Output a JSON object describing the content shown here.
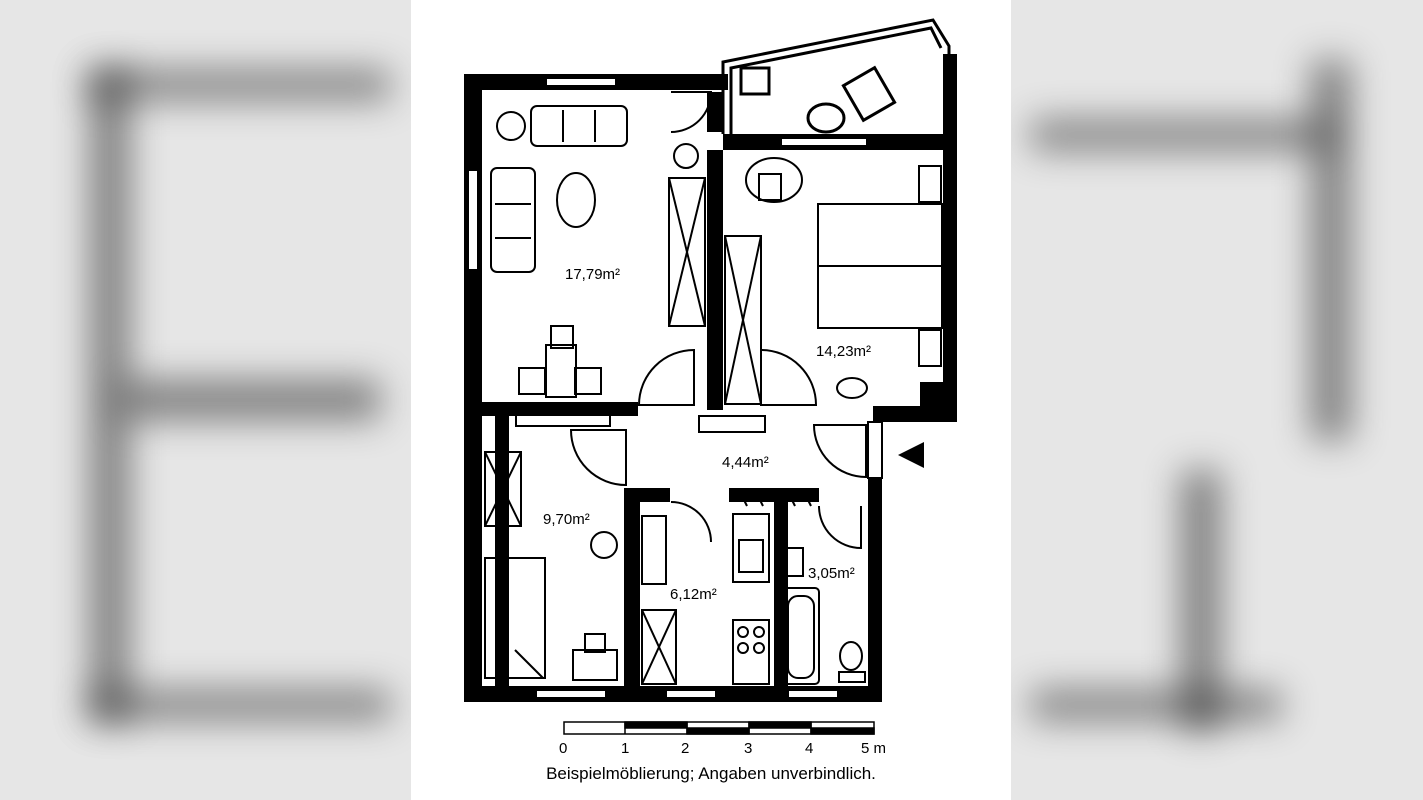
{
  "rooms": {
    "living_room_area": "17,79m²",
    "bedroom_area": "14,23m²",
    "hallway_area": "4,44m²",
    "child_room_area": "9,70m²",
    "kitchen_area": "6,12m²",
    "bathroom_area": "3,05m²"
  },
  "scale_bar": {
    "ticks": [
      "0",
      "1",
      "2",
      "3",
      "4",
      "5 m"
    ]
  },
  "disclaimer": "Beispielmöblierung; Angaben unverbindlich."
}
